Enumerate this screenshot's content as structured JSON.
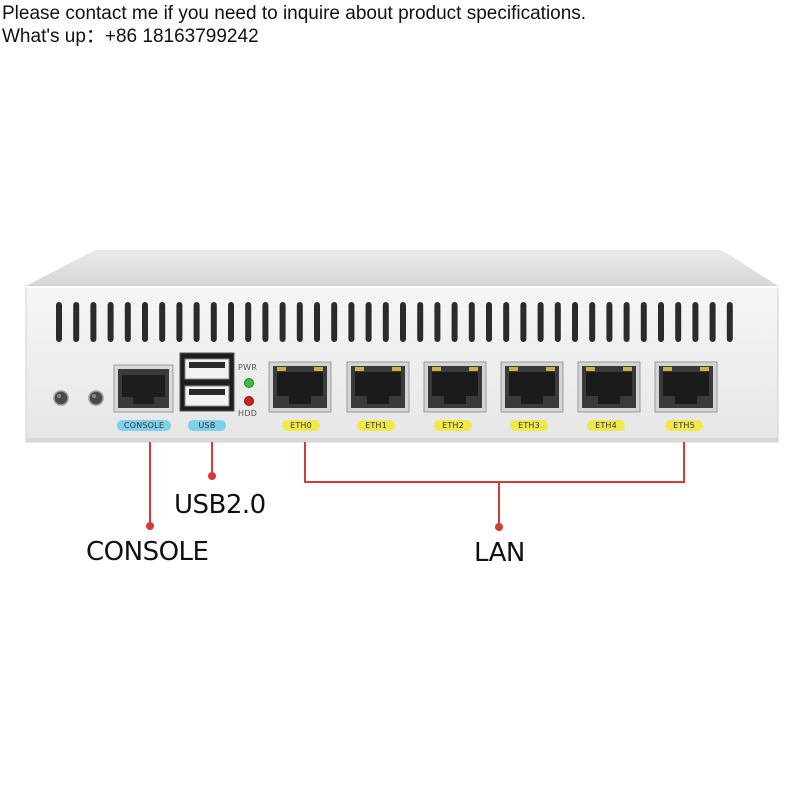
{
  "contact": {
    "line1": "Please contact me if you need to inquire about product specifications.",
    "line2": "What's up：+86 18163799242"
  },
  "ports": {
    "console": "CONSOLE",
    "usb": "USB",
    "eth": [
      "ETH0",
      "ETH1",
      "ETH2",
      "ETH3",
      "ETH4",
      "ETH5"
    ]
  },
  "leds": {
    "pwr": "PWR",
    "hdd": "HDD",
    "pwr_color": "#3cbf3c",
    "hdd_color": "#d02020"
  },
  "callouts": {
    "usb": "USB2.0",
    "console": "CONSOLE",
    "lan": "LAN"
  },
  "colors": {
    "callout_line": "#d33a3a",
    "label_blue": "#7fd0ea",
    "label_yellow": "#f1e94a",
    "chassis": "#eeeeee"
  }
}
